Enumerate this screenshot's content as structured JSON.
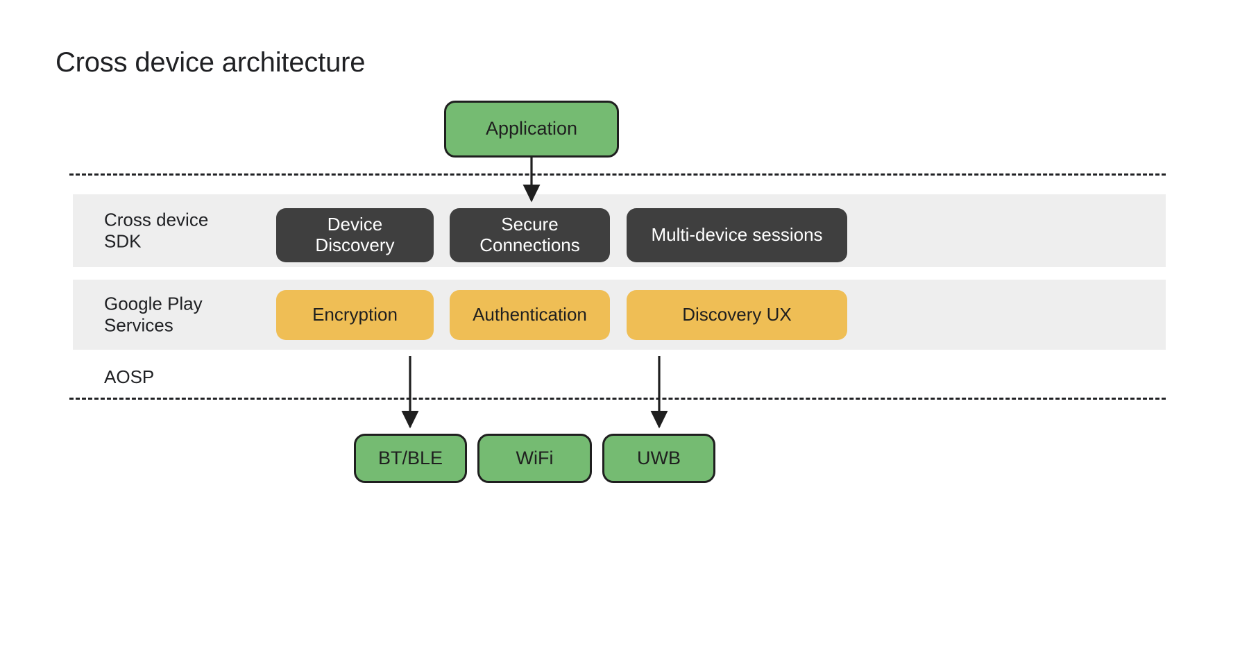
{
  "page": {
    "title": "Cross device architecture",
    "background": "#ffffff"
  },
  "colors": {
    "green": "#75BB72",
    "dark": "#3f3f3f",
    "amber": "#EFBE55",
    "band": "#eeeeee",
    "stroke": "#1f1f1f",
    "text": "#202124"
  },
  "layers": [
    {
      "id": "cross-device-sdk",
      "label": "Cross device\nSDK",
      "style": "dark",
      "nodes": [
        {
          "id": "device-discovery",
          "label": "Device\nDiscovery"
        },
        {
          "id": "secure-connections",
          "label": "Secure\nConnections"
        },
        {
          "id": "multi-device-sessions",
          "label": "Multi-device sessions"
        }
      ]
    },
    {
      "id": "google-play-services",
      "label": "Google Play\nServices",
      "style": "amber",
      "nodes": [
        {
          "id": "encryption",
          "label": "Encryption"
        },
        {
          "id": "authentication",
          "label": "Authentication"
        },
        {
          "id": "discovery-ux",
          "label": "Discovery UX"
        }
      ]
    },
    {
      "id": "aosp",
      "label": "AOSP",
      "style": "plain",
      "nodes": []
    }
  ],
  "application": {
    "label": "Application"
  },
  "transports": [
    {
      "id": "bt-ble",
      "label": "BT/BLE"
    },
    {
      "id": "wifi",
      "label": "WiFi"
    },
    {
      "id": "uwb",
      "label": "UWB"
    }
  ],
  "connections": [
    {
      "from": "application",
      "to": "secure-connections"
    },
    {
      "from": "encryption",
      "to": "bt-ble"
    },
    {
      "from": "discovery-ux",
      "to": "uwb"
    }
  ]
}
